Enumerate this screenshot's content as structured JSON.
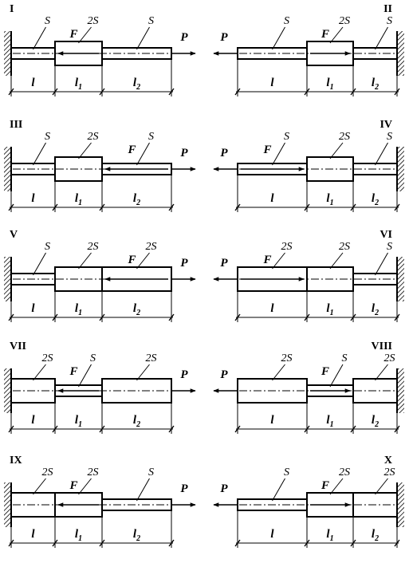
{
  "labels": {
    "area": "S",
    "area_double": "2S",
    "force_f": "F",
    "force_p": "P",
    "len_l": "l",
    "len_l1": "l",
    "len_l2": "l",
    "sub1": "1",
    "sub2": "2"
  },
  "schemes": [
    {
      "numeral": "I",
      "wall": "left",
      "sections": [
        "S",
        "2S",
        "S"
      ],
      "force_f_section": 1,
      "force_f_dir": "left"
    },
    {
      "numeral": "II",
      "wall": "right",
      "sections": [
        "S",
        "2S",
        "S"
      ],
      "force_f_section": 1,
      "force_f_dir": "right"
    },
    {
      "numeral": "III",
      "wall": "left",
      "sections": [
        "S",
        "2S",
        "S"
      ],
      "force_f_section": 2,
      "force_f_dir": "left"
    },
    {
      "numeral": "IV",
      "wall": "right",
      "sections": [
        "S",
        "2S",
        "S"
      ],
      "force_f_section": 0,
      "force_f_dir": "right"
    },
    {
      "numeral": "V",
      "wall": "left",
      "sections": [
        "S",
        "2S",
        "2S"
      ],
      "force_f_section": 2,
      "force_f_dir": "left"
    },
    {
      "numeral": "VI",
      "wall": "right",
      "sections": [
        "2S",
        "2S",
        "S"
      ],
      "force_f_section": 0,
      "force_f_dir": "right"
    },
    {
      "numeral": "VII",
      "wall": "left",
      "sections": [
        "2S",
        "S",
        "2S"
      ],
      "force_f_section": 1,
      "force_f_dir": "left"
    },
    {
      "numeral": "VIII",
      "wall": "right",
      "sections": [
        "2S",
        "S",
        "2S"
      ],
      "force_f_section": 1,
      "force_f_dir": "right"
    },
    {
      "numeral": "IX",
      "wall": "left",
      "sections": [
        "2S",
        "2S",
        "S"
      ],
      "force_f_section": 1,
      "force_f_dir": "left"
    },
    {
      "numeral": "X",
      "wall": "right",
      "sections": [
        "S",
        "2S",
        "2S"
      ],
      "force_f_section": 1,
      "force_f_dir": "right"
    }
  ]
}
